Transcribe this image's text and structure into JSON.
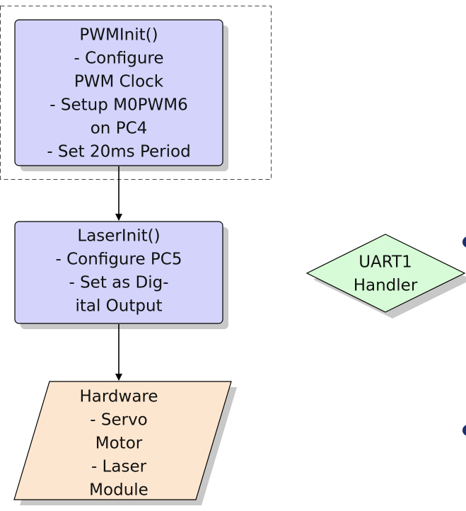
{
  "nodes": {
    "pwm_init": {
      "lines": [
        "PWMInit()",
        "- Configure",
        "PWM Clock",
        "- Setup M0PWM6",
        "on PC4",
        "- Set 20ms Period"
      ]
    },
    "laser_init": {
      "lines": [
        "LaserInit()",
        "- Configure PC5",
        "- Set as Dig-",
        "ital Output"
      ]
    },
    "hardware": {
      "lines": [
        "Hardware",
        "- Servo",
        "Motor",
        "- Laser",
        "Module"
      ]
    },
    "uart_handler": {
      "lines": [
        "UART1",
        "Handler"
      ]
    }
  },
  "colors": {
    "process_fill": "#d3d3fb",
    "io_fill": "#fde6cf",
    "decision_fill": "#d6fbd6",
    "shadow": "#c8c8c8",
    "bullet": "#1b2f6b"
  }
}
